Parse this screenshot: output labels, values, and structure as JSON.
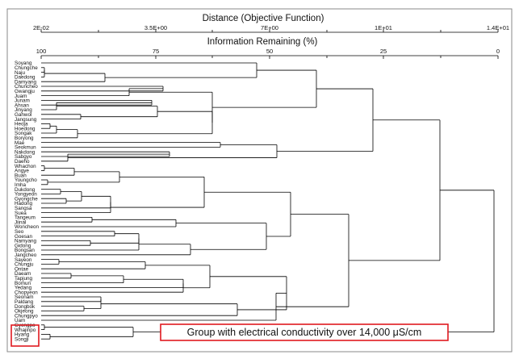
{
  "dendrogram": {
    "top_axis": {
      "title": "Distance (Objective Function)",
      "ticks": [
        "2E-02",
        "3.5E+00",
        "7E+00",
        "1E+01",
        "1.4E+01"
      ]
    },
    "second_axis": {
      "title": "Information Remaining (%)",
      "ticks": [
        "100",
        "75",
        "50",
        "25",
        "0"
      ]
    },
    "leaves": [
      "Soyang",
      "Chungche",
      "Naju",
      "Daedong",
      "Damyang",
      "Chuncheo",
      "Gwangju",
      "Juam",
      "Junam",
      "Ahsan",
      "Jinyang",
      "Gahwol",
      "Jangsung",
      "Heoja",
      "Hoedong",
      "Songak",
      "Boryong",
      "Mae",
      "Seokmun",
      "Nakdong",
      "Sabgyo",
      "Daeho",
      "Whachon",
      "Angye",
      "Buan",
      "Youngcho",
      "Imha",
      "Dukdong",
      "Yongyeon",
      "Gyongche",
      "Hadong",
      "Sangsa",
      "Suea",
      "Tangeum",
      "Jiinal",
      "Woncheon",
      "Seo",
      "Goesan",
      "Namyang",
      "Gidong",
      "Bongsan",
      "Jangcheo",
      "Sayeon",
      "Chungju",
      "Ontae",
      "Daeam",
      "Tapjung",
      "Bomun",
      "Yedang",
      "Chopyeon",
      "Seonam",
      "Paldang",
      "Dongbok",
      "Okjeong",
      "Chungpyo",
      "Uam",
      "Gyongpo",
      "Whajinpo",
      "Hyang",
      "Songji"
    ],
    "highlight_group_leaves": [
      "Gyongpo",
      "Whajinpo",
      "Hyang",
      "Songji"
    ],
    "callout": "Group with electrical conductivity over 14,000 μS/cm",
    "colors": {
      "lines": "#000000",
      "highlight": "#e0191f",
      "frame": "#8a8a8a"
    }
  }
}
